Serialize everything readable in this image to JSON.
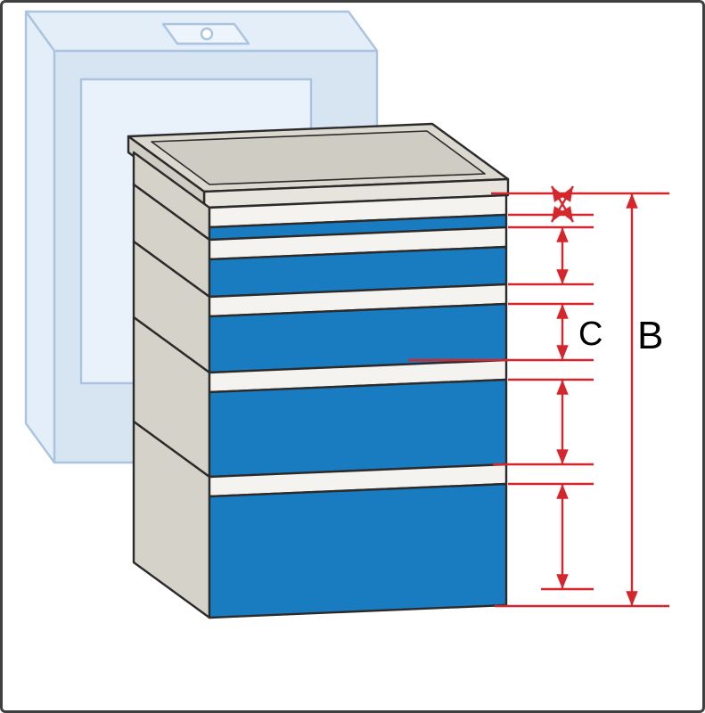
{
  "diagram": {
    "subject": "5-drawer cabinet stack with height dimension annotations",
    "drawer_count": 5,
    "labels": {
      "inner_dimension": "C",
      "overall_dimension": "B"
    },
    "colors": {
      "background": "#ffffff",
      "outline": "#2b2b2b",
      "drawer_front_blue": "#1a7cc0",
      "drawer_strip": "#f4f3ef",
      "tray_top": "#dbd8cf",
      "tray_inner": "#cfccc3",
      "tray_front": "#e6e4dd",
      "side_gray": "#d5d2c9",
      "dimension_red": "#d4262c",
      "label_color": "#000000",
      "ghost_stroke": "#aac4e0",
      "ghost_front": "#d7e5f3",
      "ghost_top": "#e4eef8",
      "ghost_panel": "#e9f1fa",
      "ghost_plate": "#eef4fb"
    }
  }
}
